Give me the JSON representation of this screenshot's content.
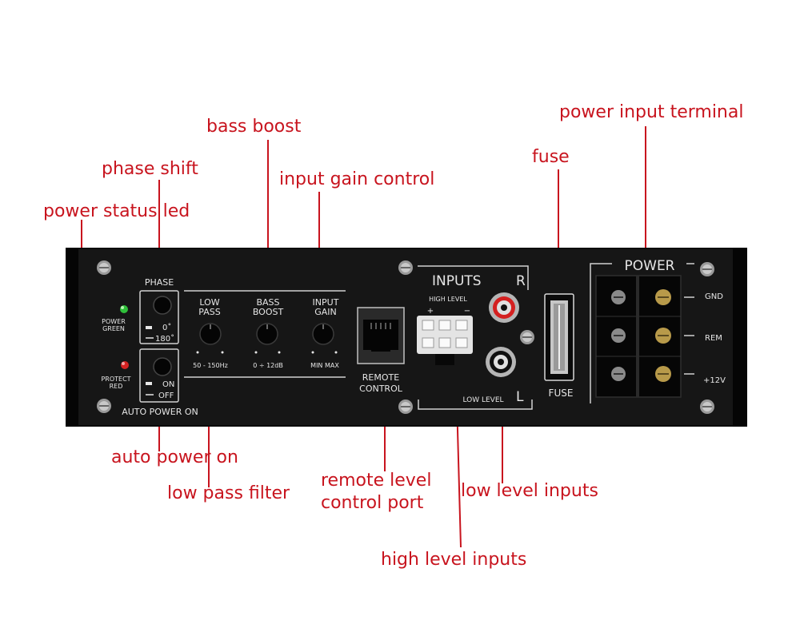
{
  "annotations": {
    "power_input_terminal": "power input terminal",
    "bass_boost": "bass boost",
    "fuse": "fuse",
    "phase_shift": "phase shift",
    "input_gain_control": "input gain control",
    "power_status_led": "power status led",
    "auto_power_on": "auto power on",
    "low_pass_filter": "low pass filter",
    "remote_level_line1": "remote level",
    "remote_level_line2": "control port",
    "low_level_inputs": "low level inputs",
    "high_level_inputs": "high level inputs"
  },
  "panel": {
    "phase": "PHASE",
    "phase_0": "0˚",
    "phase_180": "180˚",
    "power_green_1": "POWER",
    "power_green_2": "GREEN",
    "protect_red_1": "PROTECT",
    "protect_red_2": "RED",
    "on": "ON",
    "off": "OFF",
    "auto_power_on": "AUTO POWER ON",
    "low_pass_1": "LOW",
    "low_pass_2": "PASS",
    "low_pass_range": "50 - 150Hz",
    "bass_boost_1": "BASS",
    "bass_boost_2": "BOOST",
    "bass_boost_range": "0 ÷ 12dB",
    "input_gain_1": "INPUT",
    "input_gain_2": "GAIN",
    "input_gain_range": "MIN  MAX",
    "remote_1": "REMOTE",
    "remote_2": "CONTROL",
    "inputs": "INPUTS",
    "r": "R",
    "l": "L",
    "high_level": "HIGH LEVEL",
    "plus": "+",
    "minus": "−",
    "low_level": "LOW LEVEL",
    "fuse": "FUSE",
    "power": "POWER",
    "gnd": "GND",
    "rem": "REM",
    "v12": "+12V"
  },
  "colors": {
    "annotation_red": "#c8141e",
    "panel_black": "#101010",
    "led_green": "#2fbf3a",
    "led_red": "#d52222"
  }
}
